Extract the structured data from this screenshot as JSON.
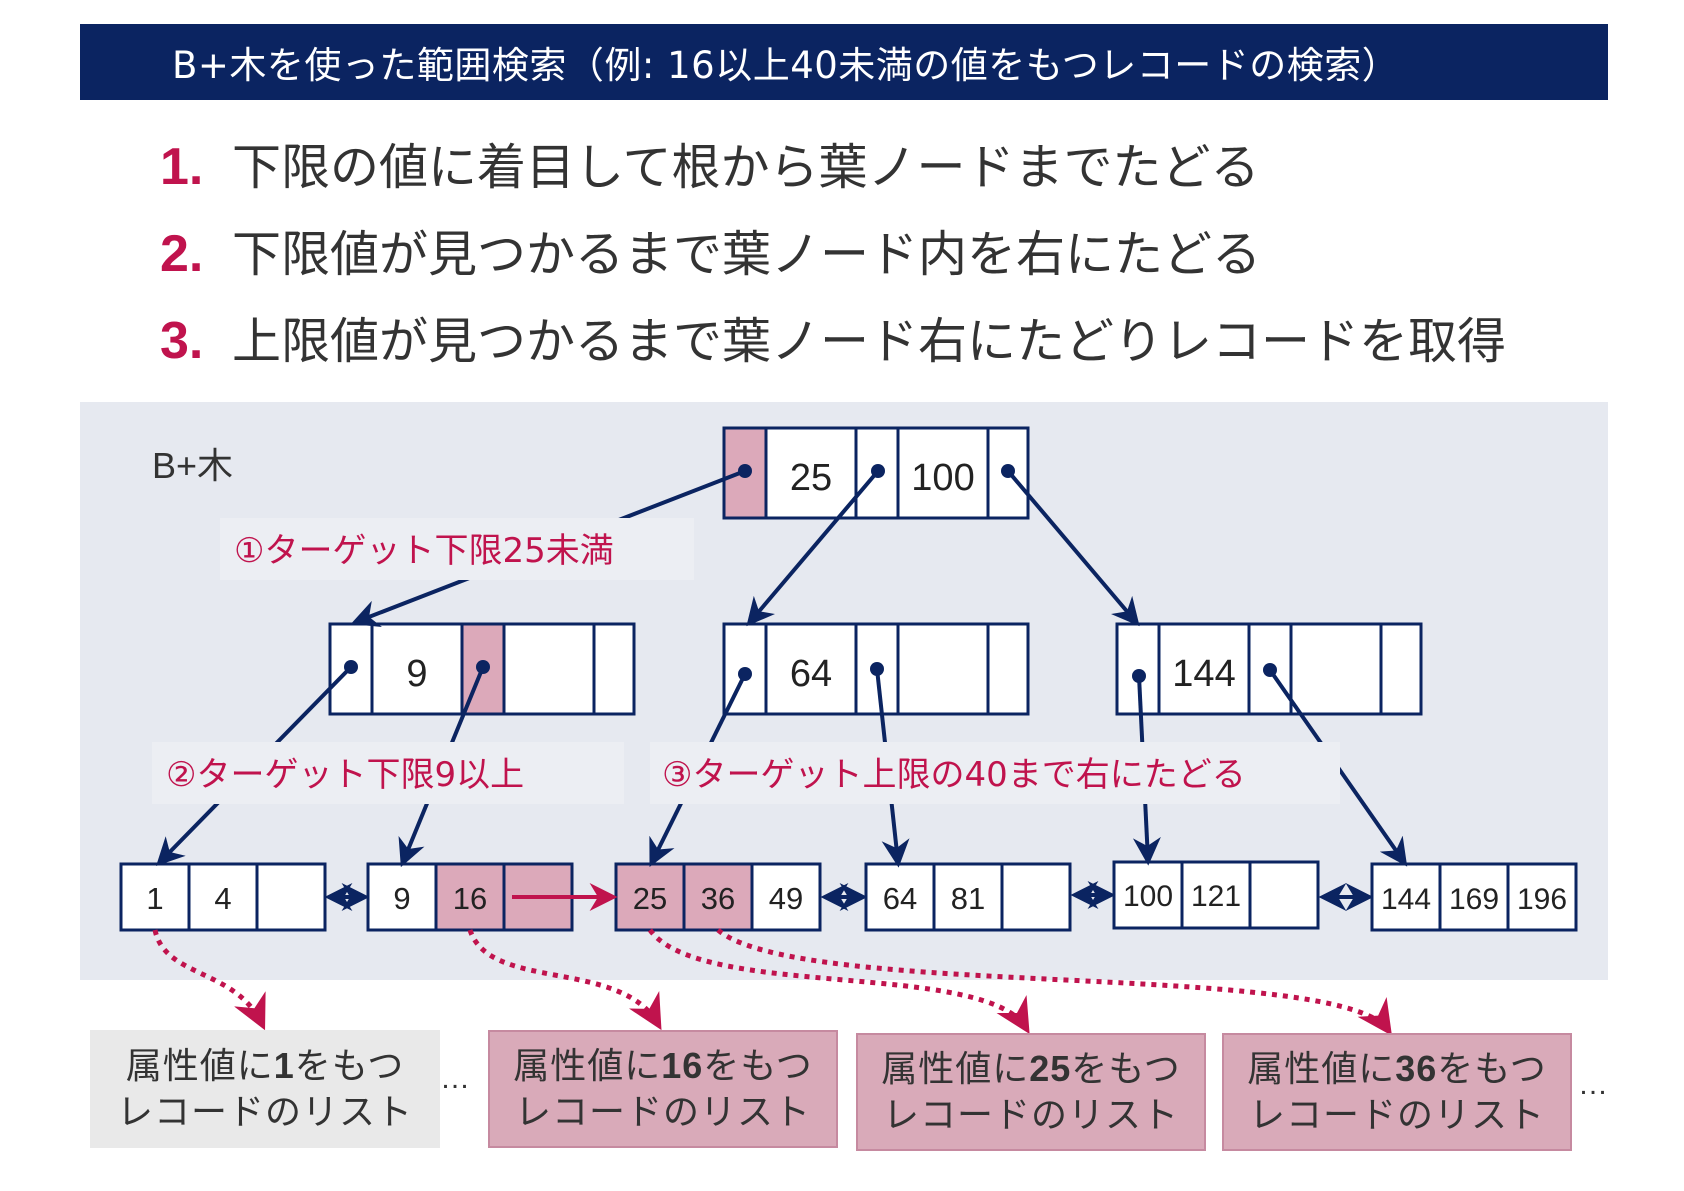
{
  "title": "B+木を使った範囲検索（例: 16以上40未満の値をもつレコードの検索）",
  "steps": [
    {
      "num": "1.",
      "text": "下限の値に着目して根から葉ノードまでたどる"
    },
    {
      "num": "2.",
      "text": "下限値が見つかるまで葉ノード内を右にたどる"
    },
    {
      "num": "3.",
      "text": "上限値が見つかるまで葉ノード右にたどりレコードを取得"
    }
  ],
  "tree_label": "B+木",
  "root_keys": [
    "25",
    "100"
  ],
  "inner_nodes": [
    {
      "keys": [
        "9",
        ""
      ]
    },
    {
      "keys": [
        "64",
        ""
      ]
    },
    {
      "keys": [
        "144",
        ""
      ]
    }
  ],
  "leaf_nodes": [
    {
      "keys": [
        "1",
        "4",
        ""
      ]
    },
    {
      "keys": [
        "9",
        "16",
        ""
      ]
    },
    {
      "keys": [
        "25",
        "36",
        "49"
      ]
    },
    {
      "keys": [
        "64",
        "81",
        ""
      ]
    },
    {
      "keys": [
        "100",
        "121",
        ""
      ]
    },
    {
      "keys": [
        "144",
        "169",
        "196"
      ]
    }
  ],
  "annotations": {
    "a1": "①ターゲット下限25未満",
    "a2": "②ターゲット下限9以上",
    "a3": "③ターゲット上限の40まで右にたどる"
  },
  "records": [
    {
      "pre": "属性値に",
      "num": "1",
      "post": "をもつ",
      "line2": "レコードのリスト"
    },
    {
      "pre": "属性値に",
      "num": "16",
      "post": "をもつ",
      "line2": "レコードのリスト"
    },
    {
      "pre": "属性値に",
      "num": "25",
      "post": "をもつ",
      "line2": "レコードのリスト"
    },
    {
      "pre": "属性値に",
      "num": "36",
      "post": "をもつ",
      "line2": "レコードのリスト"
    }
  ],
  "ellipsis": "…",
  "colors": {
    "navy": "#0b2461",
    "crimson": "#c0134d",
    "highlight": "#dca9ba",
    "diagram_bg": "#e6e9f0"
  }
}
